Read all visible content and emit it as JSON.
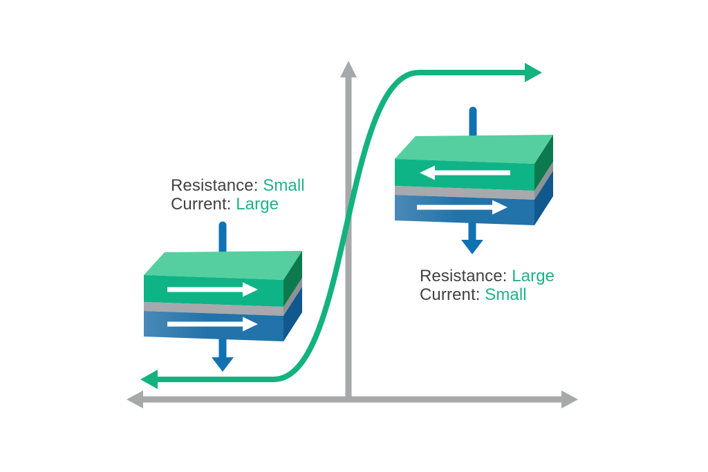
{
  "captions": {
    "left": {
      "line1": {
        "label": "Resistance:",
        "value": "Small"
      },
      "line2": {
        "label": "Current:",
        "value": "Large"
      }
    },
    "right": {
      "line1": {
        "label": "Resistance:",
        "value": "Large"
      },
      "line2": {
        "label": "Current:",
        "value": "Small"
      }
    }
  },
  "colors": {
    "text_dark": "#414042",
    "value_green": "#1CB385",
    "accent_green": "#13B27E",
    "axis_gray": "#A6A8AA",
    "layer_top_green": "#55CFA0",
    "layer_front_green": "#0EB485",
    "layer_side_green": "#0C7A4E",
    "barrier_gray": "#A7A9AC",
    "barrier_side_gray": "#8F9194",
    "layer_front_blue": "#2173AA",
    "layer_front_blue_light": "#4B89B6",
    "layer_side_blue": "#10588E",
    "current_blue": "#1072B1",
    "magnetization_white": "#FFFFFF"
  }
}
